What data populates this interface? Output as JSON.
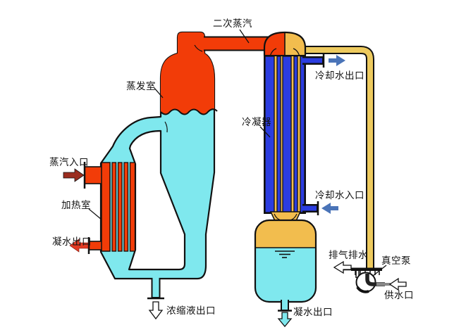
{
  "diagram": {
    "type": "process-flow-diagram",
    "subject": "single-effect evaporator with condenser and vacuum pump",
    "labels": {
      "secondary_steam": "二次蒸汽",
      "evaporation_chamber": "蒸发室",
      "steam_inlet": "蒸汽入口",
      "heating_chamber": "加热室",
      "condensate_outlet_left": "凝水出口",
      "concentrate_outlet": "浓缩液出口",
      "condenser": "冷凝器",
      "cooling_water_outlet": "冷却水出口",
      "cooling_water_inlet": "冷却水入口",
      "exhaust_drain": "排气排水",
      "vacuum_pump": "真空泵",
      "water_supply_port": "供水口",
      "condensate_outlet_bottom": "凝水出口"
    },
    "colors": {
      "steam_red": "#f23c08",
      "liquid_cyan": "#7fe8ee",
      "coolant_blue": "#2b3de0",
      "warm_gold": "#f2bd4e",
      "pipe_yellow": "#edca5e",
      "arrow_dark_red": "#9b2d1f",
      "arrow_red": "#e23b24",
      "arrow_blue": "#4a74b8",
      "outline": "#111111",
      "background": "#ffffff"
    }
  }
}
